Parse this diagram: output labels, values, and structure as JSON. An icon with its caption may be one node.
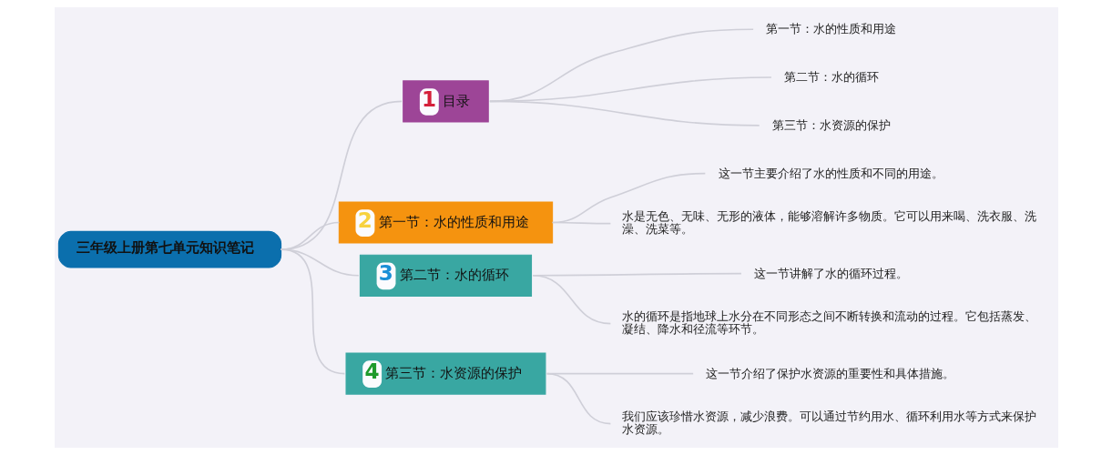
{
  "diagram": {
    "nodes": [
      {
        "text": [
          "三年级上册第七单元知识笔记"
        ]
      },
      {
        "text": [
          "1",
          "目录"
        ]
      },
      {
        "text": [
          "第一节：水的性质和用途"
        ]
      },
      {
        "text": [
          "第二节：水的循环"
        ]
      },
      {
        "text": [
          "第三节：水资源的保护"
        ]
      },
      {
        "text": [
          "2",
          "第一节：水的性质和用途"
        ]
      },
      {
        "text": [
          "这一节主要介绍了水的性质和不同的用途。"
        ]
      },
      {
        "text": [
          "水是无色、无味、无形的液体，能够溶解许多物质。它可以用来喝、洗衣服、洗澡、洗菜等。"
        ]
      },
      {
        "text": [
          "3",
          "第二节：水的循环"
        ]
      },
      {
        "text": [
          "这一节讲解了水的循环过程。"
        ]
      },
      {
        "text": [
          "水的循环是指地球上水分在不同形态之间不断转换和流动的过程。它包括蒸发、凝结、降水和径流等环节。"
        ]
      },
      {
        "text": [
          "4",
          "第三节：水资源的保护"
        ]
      },
      {
        "text": [
          "这一节介绍了保护水资源的重要性和具体措施。"
        ]
      },
      {
        "text": [
          "我们应该珍惜水资源，减少浪费。可以通过节约用水、循环利用水等方式来保护水资源。"
        ]
      }
    ],
    "edges": [
      {
        "from": 0,
        "to": 1,
        "arrow": "none"
      },
      {
        "from": 0,
        "to": 5,
        "arrow": "none"
      },
      {
        "from": 0,
        "to": 8,
        "arrow": "none"
      },
      {
        "from": 0,
        "to": 11,
        "arrow": "none"
      },
      {
        "from": 1,
        "to": 2,
        "arrow": "none"
      },
      {
        "from": 1,
        "to": 3,
        "arrow": "none"
      },
      {
        "from": 1,
        "to": 4,
        "arrow": "none"
      },
      {
        "from": 5,
        "to": 6,
        "arrow": "none"
      },
      {
        "from": 5,
        "to": 7,
        "arrow": "none"
      },
      {
        "from": 8,
        "to": 9,
        "arrow": "none"
      },
      {
        "from": 8,
        "to": 10,
        "arrow": "none"
      },
      {
        "from": 11,
        "to": 12,
        "arrow": "none"
      },
      {
        "from": 11,
        "to": 13,
        "arrow": "none"
      }
    ]
  }
}
